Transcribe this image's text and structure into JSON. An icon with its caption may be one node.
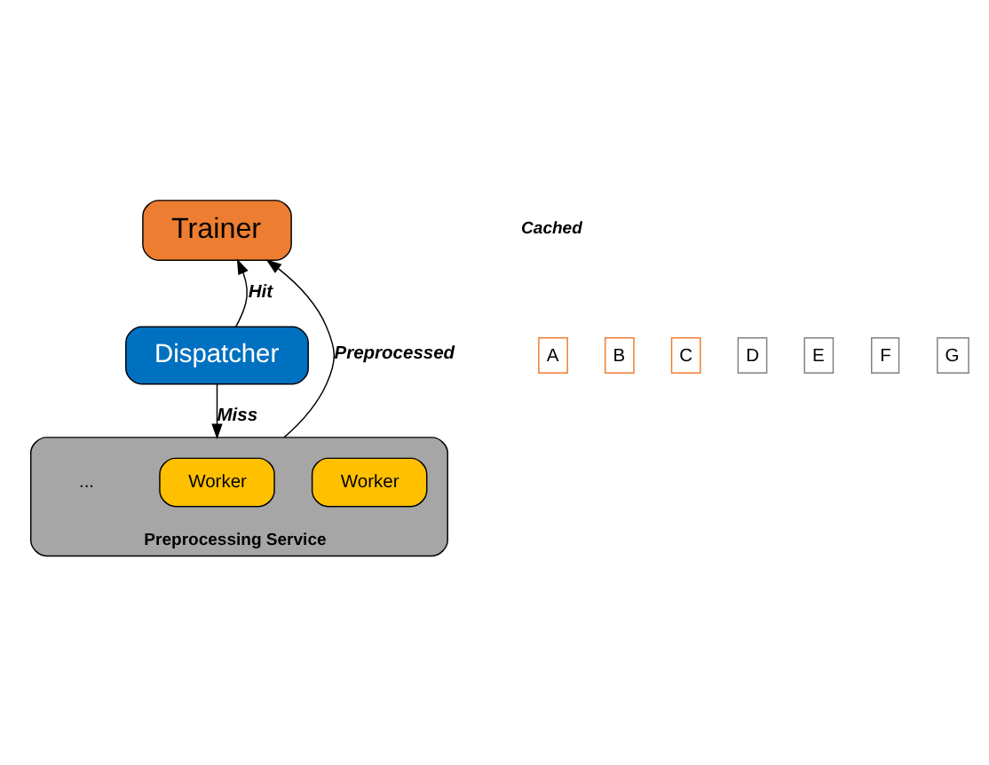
{
  "diagram": {
    "nodes": [
      {
        "text": [
          "Trainer"
        ]
      },
      {
        "text": [
          "Dispatcher"
        ]
      },
      {
        "text": [
          "Preprocessing Service"
        ]
      },
      {
        "text": [
          "Worker"
        ],
        "in": 2
      },
      {
        "text": [
          "Worker"
        ],
        "in": 2
      }
    ],
    "edges": [
      {
        "from": 1,
        "to": 0,
        "arrow": "to",
        "label": "Hit"
      },
      {
        "from": 1,
        "to": 2,
        "arrow": "to",
        "label": "Miss"
      },
      {
        "from": 2,
        "to": 0,
        "arrow": "to",
        "label": "Preprocessed"
      }
    ],
    "labels": [
      "Cached",
      "A",
      "B",
      "C",
      "D",
      "E",
      "F",
      "G",
      "..."
    ]
  }
}
